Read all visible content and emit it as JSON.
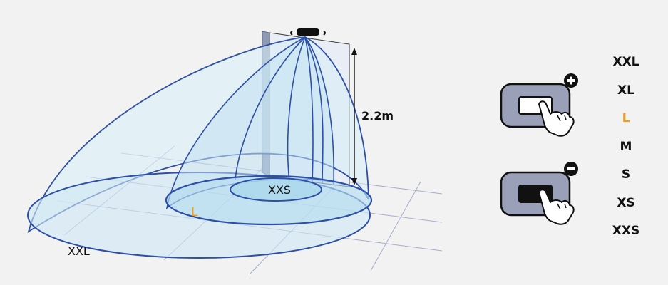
{
  "diagram": {
    "height_label": "2.2m",
    "zone_labels": {
      "xxs": "XXS",
      "l": "L",
      "xxl": "XXL"
    }
  },
  "controls": {
    "increase_button": {
      "icon": "plus-icon"
    },
    "decrease_button": {
      "icon": "minus-icon"
    }
  },
  "size_list": {
    "items": [
      "XXL",
      "XL",
      "L",
      "M",
      "S",
      "XS",
      "XXS"
    ],
    "selected": "L"
  },
  "colors": {
    "background": "#f2f2f2",
    "cone_fill": "#d9eef7",
    "outline": "#2d4fa8",
    "highlight": "#e0a030",
    "button_body": "#9aa0b8"
  }
}
